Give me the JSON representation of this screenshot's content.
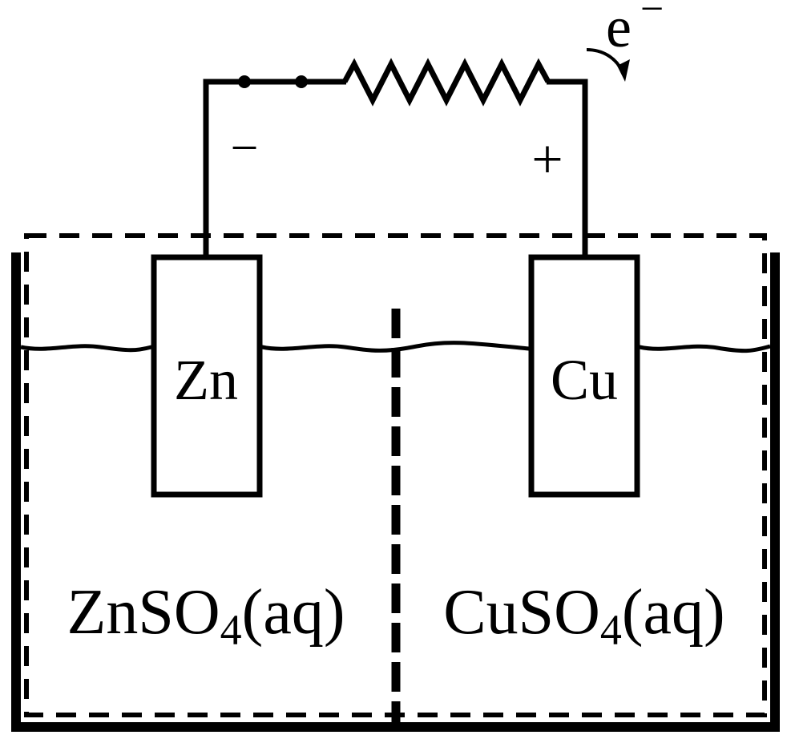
{
  "diagram": {
    "type": "galvanic-cell",
    "colors": {
      "ink": "#000000",
      "background": "#ffffff"
    },
    "electron": {
      "symbol": "e",
      "charge": "−"
    },
    "terminals": {
      "negative": "−",
      "positive": "+"
    },
    "electrodes": {
      "anode": {
        "label": "Zn"
      },
      "cathode": {
        "label": "Cu"
      }
    },
    "solutions": {
      "left": {
        "prefix": "ZnSO",
        "subscript": "4",
        "suffix": "(aq)"
      },
      "right": {
        "prefix": "CuSO",
        "subscript": "4",
        "suffix": "(aq)"
      }
    }
  }
}
